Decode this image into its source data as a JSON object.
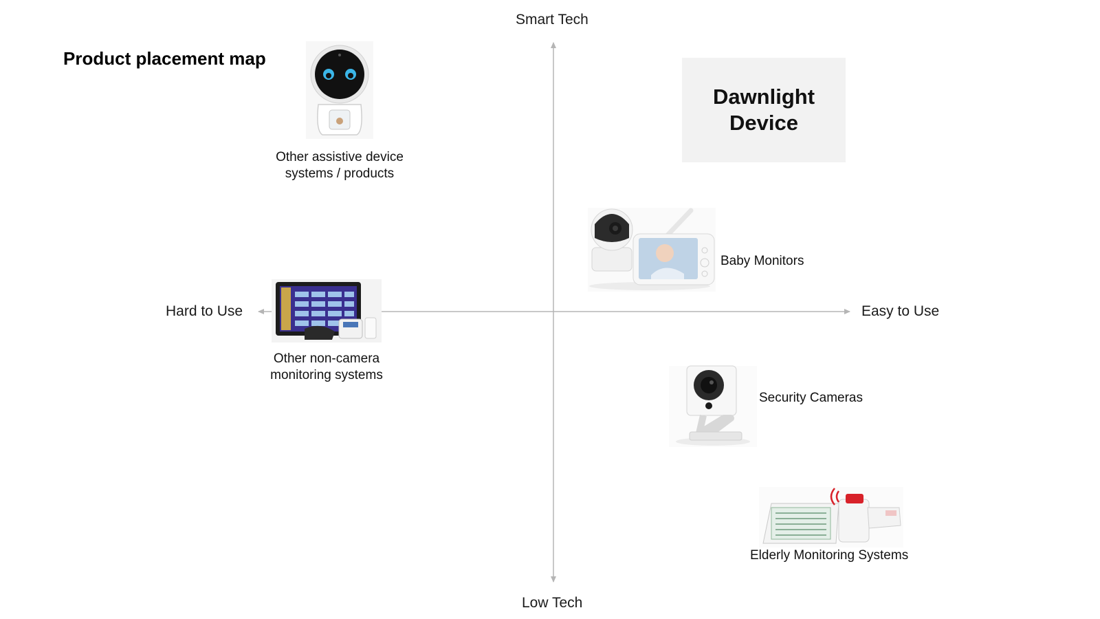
{
  "title": "Product placement map",
  "axes": {
    "top": "Smart Tech",
    "bottom": "Low Tech",
    "left": "Hard to Use",
    "right": "Easy to Use"
  },
  "highlight": {
    "name": "Dawnlight Device",
    "background": "#f2f2f2"
  },
  "items": [
    {
      "label": "Other assistive device systems / products",
      "icon": "robot-device-icon"
    },
    {
      "label": "Baby Monitors",
      "icon": "baby-monitor-icon"
    },
    {
      "label": "Other non-camera monitoring systems",
      "icon": "tablet-monitor-icon"
    },
    {
      "label": "Security Cameras",
      "icon": "security-camera-icon"
    },
    {
      "label": "Elderly Monitoring Systems",
      "icon": "alarm-pad-icon"
    }
  ],
  "colors": {
    "axis": "#b5b5b5",
    "text": "#111111"
  }
}
